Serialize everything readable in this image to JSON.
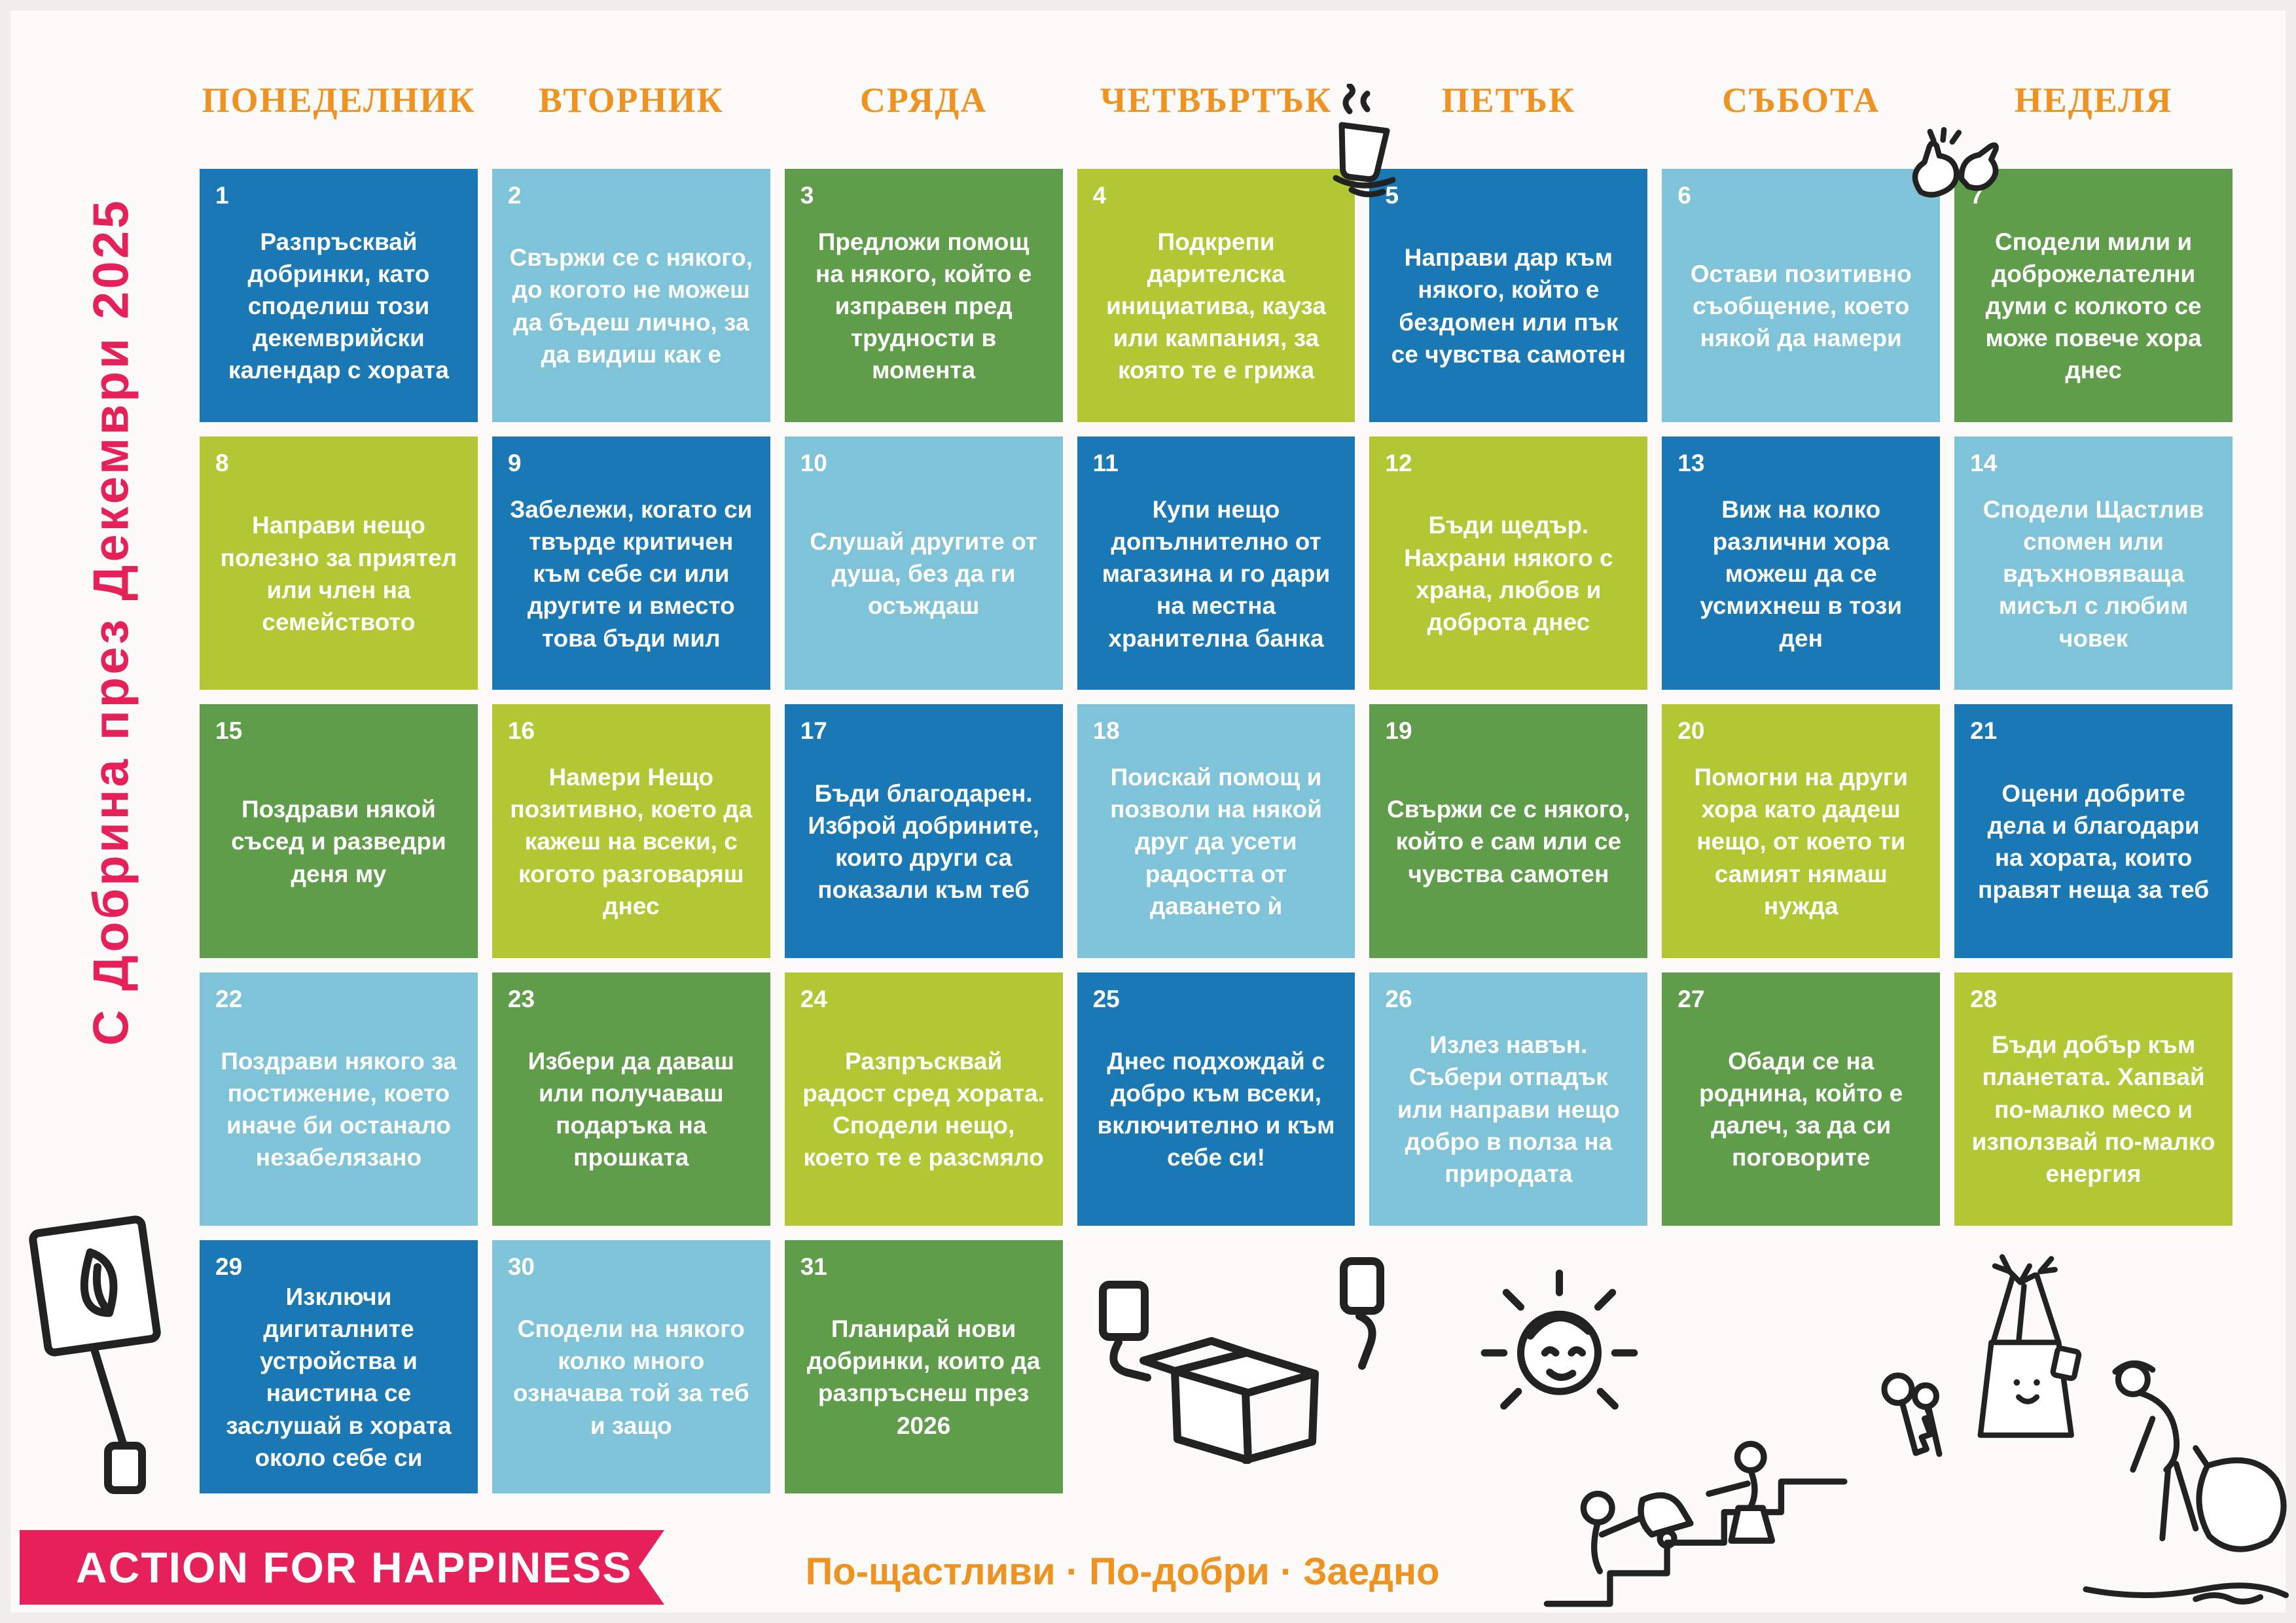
{
  "page": {
    "vertical_title": "С Добрина през Декември 2025",
    "banner_label": "ACTION FOR HAPPINESS",
    "tagline": "По-щастливи · По-добри · Заедно"
  },
  "weekdays": [
    "ПОНЕДЕЛНИК",
    "ВТОРНИК",
    "СРЯДА",
    "ЧЕТВЪРТЪК",
    "ПЕТЪК",
    "СЪБОТА",
    "НЕДЕЛЯ"
  ],
  "colors": {
    "blue": "#1a78b5",
    "light_blue": "#7ec3d7",
    "green": "#5f9d4a",
    "lime": "#b1c733",
    "pink": "#e62058",
    "orange": "#ef9220"
  },
  "cells": [
    {
      "day": "1",
      "color": "blue",
      "text": "Разпръсквай добринки, като споделиш този декемврийски календар с хората"
    },
    {
      "day": "2",
      "color": "light_blue",
      "text": "Свържи се с някого, до когото не можеш да бъдеш лично, за да видиш как е"
    },
    {
      "day": "3",
      "color": "green",
      "text": "Предложи помощ на някого, който е изправен пред трудности в момента"
    },
    {
      "day": "4",
      "color": "lime",
      "text": "Подкрепи дарителска инициатива, кауза или кампания, за която те е грижа"
    },
    {
      "day": "5",
      "color": "blue",
      "text": "Направи дар към някого, който е бездомен или пък се чувства самотен"
    },
    {
      "day": "6",
      "color": "light_blue",
      "text": "Остави позитивно съобщение, което някой да намери"
    },
    {
      "day": "7",
      "color": "green",
      "text": "Сподели мили и доброжелателни думи с колкото се може повече хора днес"
    },
    {
      "day": "8",
      "color": "lime",
      "text": "Направи нещо полезно за приятел или член на семейството"
    },
    {
      "day": "9",
      "color": "blue",
      "text": "Забележи, когато си твърде критичен към себе си или другите и вместо това бъди мил"
    },
    {
      "day": "10",
      "color": "light_blue",
      "text": "Слушай другите от душа, без да ги осъждаш"
    },
    {
      "day": "11",
      "color": "blue",
      "text": "Купи нещо допълнително от магазина и го дари на местна хранителна банка"
    },
    {
      "day": "12",
      "color": "lime",
      "text": "Бъди щедър. Нахрани някого с храна, любов и доброта днес"
    },
    {
      "day": "13",
      "color": "blue",
      "text": "Виж на колко различни хора можеш да се усмихнеш в този ден"
    },
    {
      "day": "14",
      "color": "light_blue",
      "text": "Сподели Щастлив спомен или вдъхновяваща мисъл с любим човек"
    },
    {
      "day": "15",
      "color": "green",
      "text": "Поздрави някой съсед и разведри деня му"
    },
    {
      "day": "16",
      "color": "lime",
      "text": "Намери Нещо позитивно, което да кажеш на всеки, с когото разговаряш днес"
    },
    {
      "day": "17",
      "color": "blue",
      "text": "Бъди благодарен. Изброй добрините, които други са показали към теб"
    },
    {
      "day": "18",
      "color": "light_blue",
      "text": "Поискай помощ и позволи на някой друг да усети радостта от даването ѝ"
    },
    {
      "day": "19",
      "color": "green",
      "text": "Свържи се с някого, който е сам или се чувства самотен"
    },
    {
      "day": "20",
      "color": "lime",
      "text": "Помогни на други хора като дадеш нещо, от което ти самият нямаш нужда"
    },
    {
      "day": "21",
      "color": "blue",
      "text": "Оцени добрите дела и благодари на хората, които правят неща за теб"
    },
    {
      "day": "22",
      "color": "light_blue",
      "text": "Поздрави някого за постижение, което иначе би останало незабелязано"
    },
    {
      "day": "23",
      "color": "green",
      "text": "Избери да даваш или получаваш подаръка на прошката"
    },
    {
      "day": "24",
      "color": "lime",
      "text": "Разпръсквай радост сред хората. Сподели нещо, което те е разсмяло"
    },
    {
      "day": "25",
      "color": "blue",
      "text": "Днес подхождай с добро към всеки, включително и към себе си!"
    },
    {
      "day": "26",
      "color": "light_blue",
      "text": "Излез навън. Събери отпадък или направи нещо добро в полза на природата"
    },
    {
      "day": "27",
      "color": "green",
      "text": "Обади се на роднина, който е далеч, за да си поговорите"
    },
    {
      "day": "28",
      "color": "lime",
      "text": "Бъди добър към планетата. Хапвай по-малко месо и използвай по-малко енергия"
    },
    {
      "day": "29",
      "color": "blue",
      "text": "Изключи дигиталните устройства и наистина се заслушай в хората около себе си"
    },
    {
      "day": "30",
      "color": "light_blue",
      "text": "Сподели на някого колко много означава той за теб и защо"
    },
    {
      "day": "31",
      "color": "green",
      "text": "Планирай нови добринки, които да разпръснеш през 2026"
    }
  ],
  "illustrations": [
    "coffee-cup",
    "waving-hands",
    "leaf-placard",
    "donation-box",
    "sun-face",
    "people-stairs",
    "keys",
    "flower-vase",
    "litter-pickup"
  ]
}
